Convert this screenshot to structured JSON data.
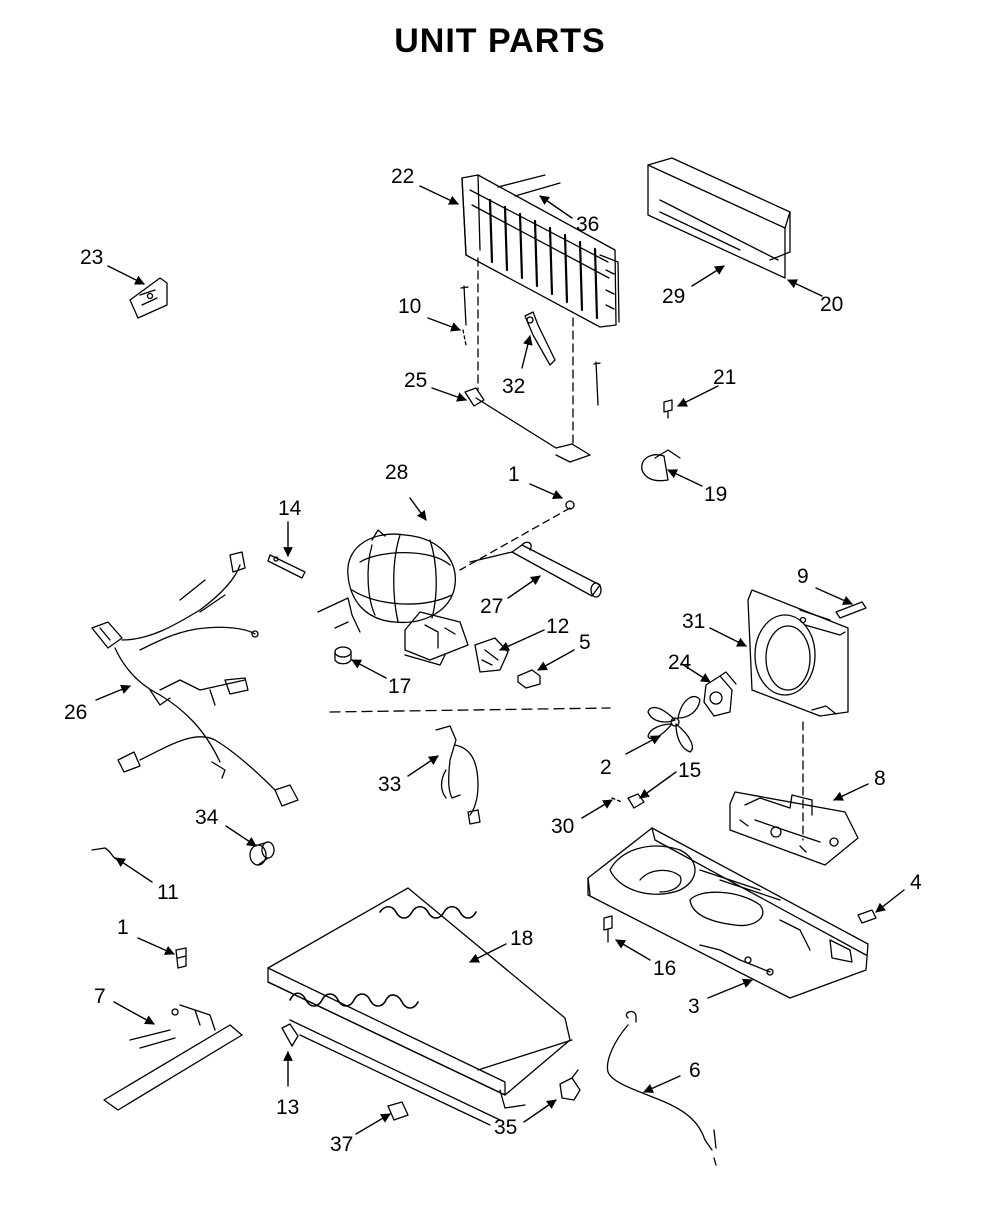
{
  "title": "UNIT PARTS",
  "parts": [
    {
      "id": "p22",
      "number": "22"
    },
    {
      "id": "p36",
      "number": "36"
    },
    {
      "id": "p23",
      "number": "23"
    },
    {
      "id": "p29",
      "number": "29"
    },
    {
      "id": "p20",
      "number": "20"
    },
    {
      "id": "p10",
      "number": "10"
    },
    {
      "id": "p25",
      "number": "25"
    },
    {
      "id": "p32",
      "number": "32"
    },
    {
      "id": "p21",
      "number": "21"
    },
    {
      "id": "p28",
      "number": "28"
    },
    {
      "id": "p1a",
      "number": "1"
    },
    {
      "id": "p19",
      "number": "19"
    },
    {
      "id": "p14",
      "number": "14"
    },
    {
      "id": "p9",
      "number": "9"
    },
    {
      "id": "p27",
      "number": "27"
    },
    {
      "id": "p31",
      "number": "31"
    },
    {
      "id": "p12",
      "number": "12"
    },
    {
      "id": "p5",
      "number": "5"
    },
    {
      "id": "p24",
      "number": "24"
    },
    {
      "id": "p17",
      "number": "17"
    },
    {
      "id": "p26",
      "number": "26"
    },
    {
      "id": "p2",
      "number": "2"
    },
    {
      "id": "p15",
      "number": "15"
    },
    {
      "id": "p33",
      "number": "33"
    },
    {
      "id": "p8",
      "number": "8"
    },
    {
      "id": "p30",
      "number": "30"
    },
    {
      "id": "p34",
      "number": "34"
    },
    {
      "id": "p4",
      "number": "4"
    },
    {
      "id": "p11",
      "number": "11"
    },
    {
      "id": "p1b",
      "number": "1"
    },
    {
      "id": "p18",
      "number": "18"
    },
    {
      "id": "p16",
      "number": "16"
    },
    {
      "id": "p7",
      "number": "7"
    },
    {
      "id": "p3",
      "number": "3"
    },
    {
      "id": "p6",
      "number": "6"
    },
    {
      "id": "p13",
      "number": "13"
    },
    {
      "id": "p35",
      "number": "35"
    },
    {
      "id": "p37",
      "number": "37"
    }
  ]
}
